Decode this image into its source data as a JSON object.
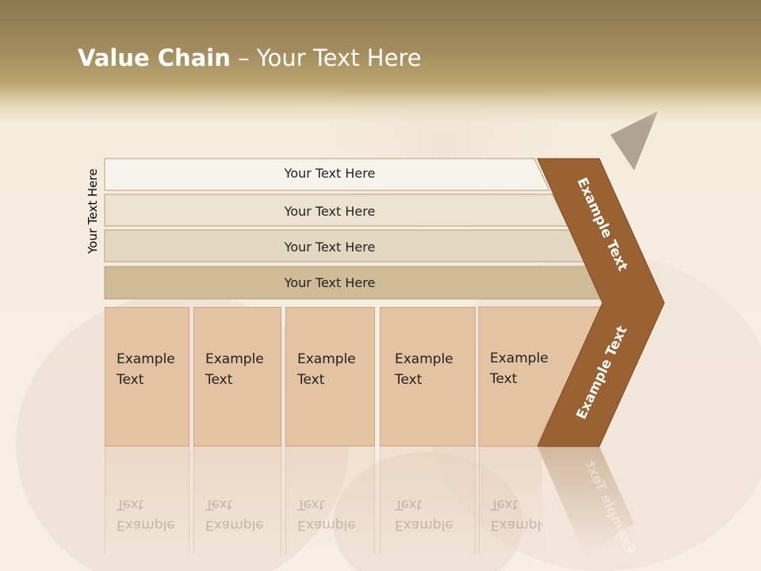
{
  "title": {
    "bold": "Value Chain",
    "rest": " – Your Text Here"
  },
  "vertical_label": "Your Text Here",
  "rows": [
    {
      "label": "Your Text Here",
      "color": "#f7f4ee"
    },
    {
      "label": "Your Text Here",
      "color": "#ebe2d2"
    },
    {
      "label": "Your Text Here",
      "color": "#e2d7bf"
    },
    {
      "label": "Your Text Here",
      "color": "#cfbb95"
    }
  ],
  "boxes": [
    {
      "line1": "Example",
      "line2": "Text"
    },
    {
      "line1": "Example",
      "line2": "Text"
    },
    {
      "line1": "Example",
      "line2": "Text"
    },
    {
      "line1": "Example",
      "line2": "Text"
    },
    {
      "line1": "Example",
      "line2": "Text"
    }
  ],
  "arrow": {
    "upper_text": "Example Text",
    "lower_text": "Example Text",
    "color": "#9a6232"
  }
}
